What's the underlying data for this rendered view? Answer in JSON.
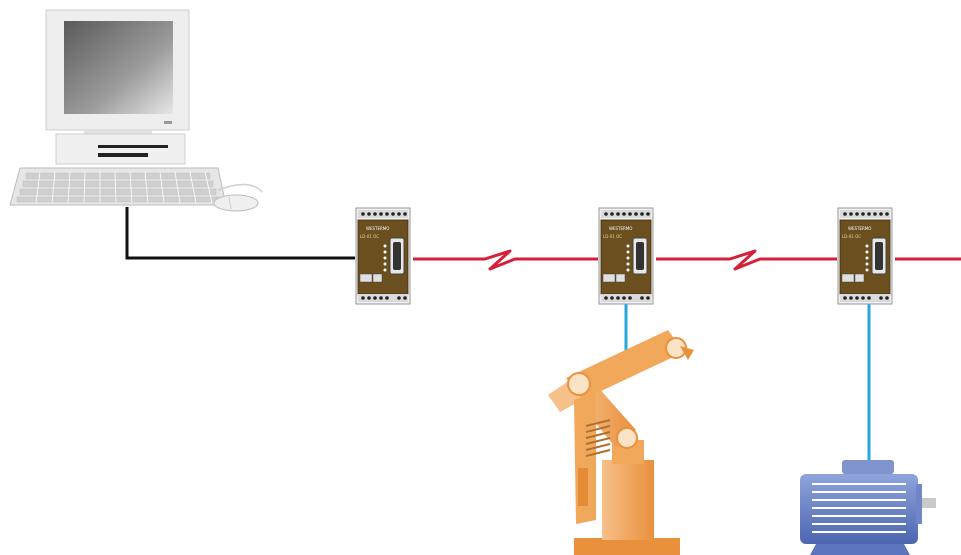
{
  "colors": {
    "background": "#ffffff",
    "serial_line": "#111111",
    "network_line": "#d81f3a",
    "field_line": "#27a6df",
    "module_body": "#6b4f1f",
    "robot": "#f2a85b",
    "motor": "#6f87c8"
  },
  "computer": {
    "icon": "desktop-computer-icon"
  },
  "modules": [
    {
      "icon": "modem-module-icon",
      "brand": "WESTERMO",
      "model": "LD-01 OC"
    },
    {
      "icon": "modem-module-icon",
      "brand": "WESTERMO",
      "model": "LD-01 OC"
    },
    {
      "icon": "modem-module-icon",
      "brand": "WESTERMO",
      "model": "LD-01 OC"
    }
  ],
  "devices": [
    {
      "icon": "industrial-robot-icon"
    },
    {
      "icon": "electric-motor-icon"
    }
  ]
}
